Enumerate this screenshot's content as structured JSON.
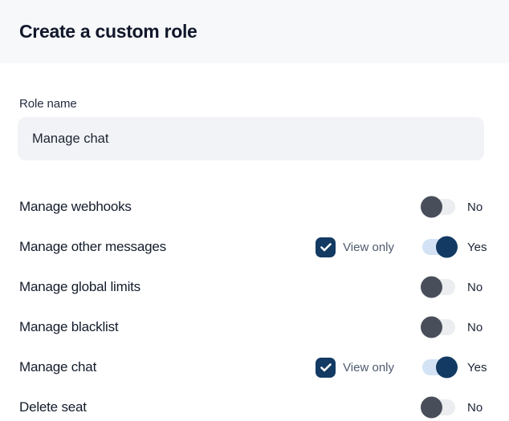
{
  "header": {
    "title": "Create a custom role"
  },
  "form": {
    "role_name_label": "Role name",
    "role_name_value": "Manage chat"
  },
  "permissions": {
    "view_only_label": "View only",
    "rows": [
      {
        "label": "Manage webhooks",
        "view_only_visible": false,
        "view_only_checked": false,
        "toggle_state": "off",
        "toggle_label": "No"
      },
      {
        "label": "Manage other messages",
        "view_only_visible": true,
        "view_only_checked": true,
        "toggle_state": "on",
        "toggle_label": "Yes"
      },
      {
        "label": "Manage global limits",
        "view_only_visible": false,
        "view_only_checked": false,
        "toggle_state": "off",
        "toggle_label": "No"
      },
      {
        "label": "Manage blacklist",
        "view_only_visible": false,
        "view_only_checked": false,
        "toggle_state": "off",
        "toggle_label": "No"
      },
      {
        "label": "Manage chat",
        "view_only_visible": true,
        "view_only_checked": true,
        "toggle_state": "on",
        "toggle_label": "Yes"
      },
      {
        "label": "Delete seat",
        "view_only_visible": false,
        "view_only_checked": false,
        "toggle_state": "off",
        "toggle_label": "No"
      }
    ]
  },
  "colors": {
    "header_background": "#f7f8fa",
    "accent_navy": "#123a63",
    "toggle_on_track": "#d3e3f5",
    "toggle_off_track": "#ebedf0",
    "toggle_off_knob": "#484e5a",
    "input_background": "#f2f3f6"
  }
}
